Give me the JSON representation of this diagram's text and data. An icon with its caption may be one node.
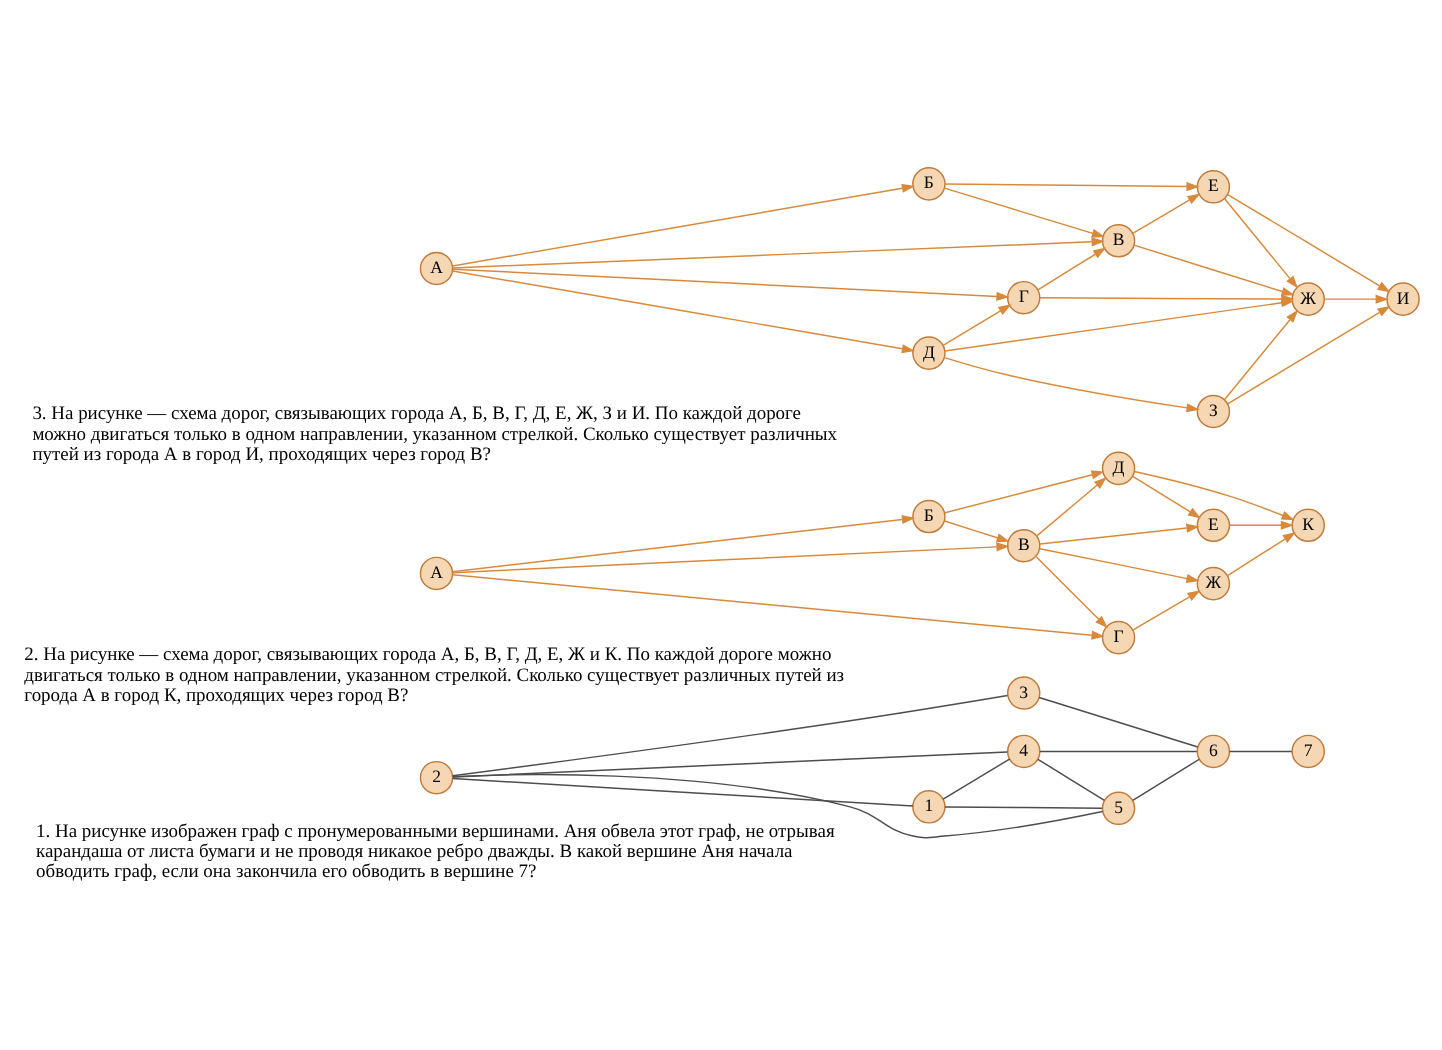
{
  "diagram": {
    "nodes": [
      {
        "text": [
          "3"
        ]
      },
      {
        "text": [
          "2"
        ]
      },
      {
        "text": [
          "4"
        ]
      },
      {
        "text": [
          "6"
        ]
      },
      {
        "text": [
          "1"
        ]
      },
      {
        "text": [
          "5"
        ]
      },
      {
        "text": [
          "7"
        ]
      },
      {
        "text": [
          "Б"
        ]
      },
      {
        "text": [
          "Д"
        ]
      },
      {
        "text": [
          "А"
        ]
      },
      {
        "text": [
          "В"
        ]
      },
      {
        "text": [
          "Е"
        ]
      },
      {
        "text": [
          "К"
        ]
      },
      {
        "text": [
          "Г"
        ]
      },
      {
        "text": [
          "Ж"
        ]
      },
      {
        "text": [
          "Б"
        ]
      },
      {
        "text": [
          "Е"
        ]
      },
      {
        "text": [
          "В"
        ]
      },
      {
        "text": [
          "Ж"
        ]
      },
      {
        "text": [
          "И"
        ]
      },
      {
        "text": [
          "А"
        ]
      },
      {
        "text": [
          "Г"
        ]
      },
      {
        "text": [
          "Д"
        ]
      },
      {
        "text": [
          "З"
        ]
      }
    ],
    "edges": [
      {
        "from": 1,
        "to": 0,
        "arrow": "none",
        "color": "#4d4d4d"
      },
      {
        "from": 0,
        "to": 3,
        "arrow": "none",
        "color": "#4d4d4d"
      },
      {
        "from": 1,
        "to": 2,
        "arrow": "none",
        "color": "#4d4d4d"
      },
      {
        "from": 2,
        "to": 3,
        "arrow": "none",
        "color": "#4d4d4d"
      },
      {
        "from": 1,
        "to": 4,
        "arrow": "none",
        "color": "#4d4d4d"
      },
      {
        "from": 1,
        "to": 5,
        "arrow": "none",
        "color": "#4d4d4d"
      },
      {
        "from": 4,
        "to": 2,
        "arrow": "none",
        "color": "#4d4d4d"
      },
      {
        "from": 4,
        "to": 5,
        "arrow": "none",
        "color": "#4d4d4d"
      },
      {
        "from": 2,
        "to": 5,
        "arrow": "none",
        "color": "#4d4d4d"
      },
      {
        "from": 5,
        "to": 3,
        "arrow": "none",
        "color": "#4d4d4d"
      },
      {
        "from": 3,
        "to": 6,
        "arrow": "none",
        "color": "#4d4d4d"
      },
      {
        "from": 9,
        "to": 7,
        "arrow": "to"
      },
      {
        "from": 9,
        "to": 10,
        "arrow": "to"
      },
      {
        "from": 9,
        "to": 13,
        "arrow": "to"
      },
      {
        "from": 7,
        "to": 8,
        "arrow": "to"
      },
      {
        "from": 7,
        "to": 10,
        "arrow": "to"
      },
      {
        "from": 10,
        "to": 8,
        "arrow": "to"
      },
      {
        "from": 10,
        "to": 11,
        "arrow": "to"
      },
      {
        "from": 10,
        "to": 14,
        "arrow": "to"
      },
      {
        "from": 10,
        "to": 13,
        "arrow": "to"
      },
      {
        "from": 8,
        "to": 11,
        "arrow": "to"
      },
      {
        "from": 8,
        "to": 12,
        "arrow": "to"
      },
      {
        "from": 11,
        "to": 12,
        "arrow": "to"
      },
      {
        "from": 13,
        "to": 14,
        "arrow": "to"
      },
      {
        "from": 14,
        "to": 12,
        "arrow": "to"
      },
      {
        "from": 20,
        "to": 15,
        "arrow": "to"
      },
      {
        "from": 20,
        "to": 17,
        "arrow": "to"
      },
      {
        "from": 20,
        "to": 21,
        "arrow": "to"
      },
      {
        "from": 20,
        "to": 22,
        "arrow": "to"
      },
      {
        "from": 15,
        "to": 16,
        "arrow": "to"
      },
      {
        "from": 15,
        "to": 17,
        "arrow": "to"
      },
      {
        "from": 17,
        "to": 16,
        "arrow": "to"
      },
      {
        "from": 17,
        "to": 18,
        "arrow": "to"
      },
      {
        "from": 21,
        "to": 17,
        "arrow": "to"
      },
      {
        "from": 21,
        "to": 18,
        "arrow": "to"
      },
      {
        "from": 22,
        "to": 21,
        "arrow": "to"
      },
      {
        "from": 22,
        "to": 18,
        "arrow": "to"
      },
      {
        "from": 22,
        "to": 23,
        "arrow": "to"
      },
      {
        "from": 16,
        "to": 18,
        "arrow": "to"
      },
      {
        "from": 16,
        "to": 19,
        "arrow": "to"
      },
      {
        "from": 18,
        "to": 19,
        "arrow": "to"
      },
      {
        "from": 23,
        "to": 18,
        "arrow": "to"
      },
      {
        "from": 23,
        "to": 19,
        "arrow": "to"
      }
    ],
    "labels": [
      "1. На рисунке изображен граф с пронумерованными вершинами. Аня обвела этот граф, не отрывая карандаша от листа бумаги и не проводя никакое ребро дважды. В какой вершине Аня начала обводить граф, если она закончила его обводить в вершине 7?",
      "2. На рисунке — схема дорог, связывающих города А, Б, В, Г, Д, Е, Ж и К. По каждой дороге можно двигаться только в одном направлении, указанном стрелкой. Сколько существует различных путей из города А в город К, проходящих через город В?",
      "3. На рисунке — схема дорог, связывающих города А, Б, В, Г, Д, Е, Ж, З и И. По каждой дороге можно двигаться только в одном направлении, указанном стрелкой. Сколько существует различных путей из города А в город И, проходящих через город В?"
    ]
  }
}
